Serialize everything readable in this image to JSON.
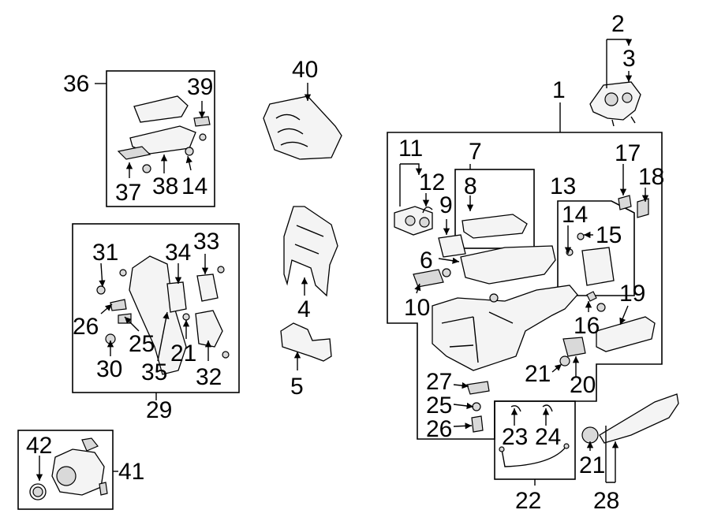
{
  "callouts": {
    "n1": "1",
    "n2": "2",
    "n3": "3",
    "n4": "4",
    "n5": "5",
    "n6": "6",
    "n7": "7",
    "n8": "8",
    "n9": "9",
    "n10": "10",
    "n11": "11",
    "n12": "12",
    "n13": "13",
    "n14a": "14",
    "n14b": "14",
    "n15": "15",
    "n16": "16",
    "n17": "17",
    "n18": "18",
    "n19": "19",
    "n20": "20",
    "n21a": "21",
    "n21b": "21",
    "n21c": "21",
    "n22": "22",
    "n23": "23",
    "n24": "24",
    "n25a": "25",
    "n25b": "25",
    "n26a": "26",
    "n26b": "26",
    "n27": "27",
    "n28": "28",
    "n29": "29",
    "n30": "30",
    "n31": "31",
    "n32": "32",
    "n33": "33",
    "n34": "34",
    "n35": "35",
    "n36": "36",
    "n37": "37",
    "n38": "38",
    "n39": "39",
    "n40": "40",
    "n41": "41",
    "n42": "42"
  }
}
